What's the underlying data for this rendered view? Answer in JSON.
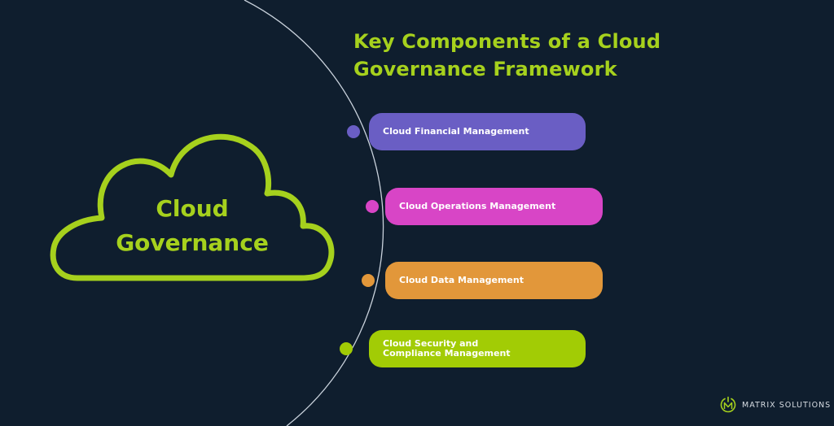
{
  "title": {
    "line1": "Key Components of a Cloud",
    "line2": "Governance Framework"
  },
  "cloud": {
    "line1": "Cloud",
    "line2": "Governance",
    "stroke_color": "#a6d11d"
  },
  "components": [
    {
      "label": "Cloud Financial Management",
      "color": "#6a5ec4"
    },
    {
      "label": "Cloud Operations Management",
      "color": "#d845c6"
    },
    {
      "label": "Cloud Data Management",
      "color": "#e2973a"
    },
    {
      "label": "Cloud Security and Compliance Management",
      "color": "#a2cc05"
    }
  ],
  "logo": {
    "icon": "power-m-icon",
    "text": "MATRIX SOLUTIONS"
  },
  "colors": {
    "background": "#0f1e2e",
    "accent": "#a6d11d",
    "arc": "#c9d2dc"
  }
}
